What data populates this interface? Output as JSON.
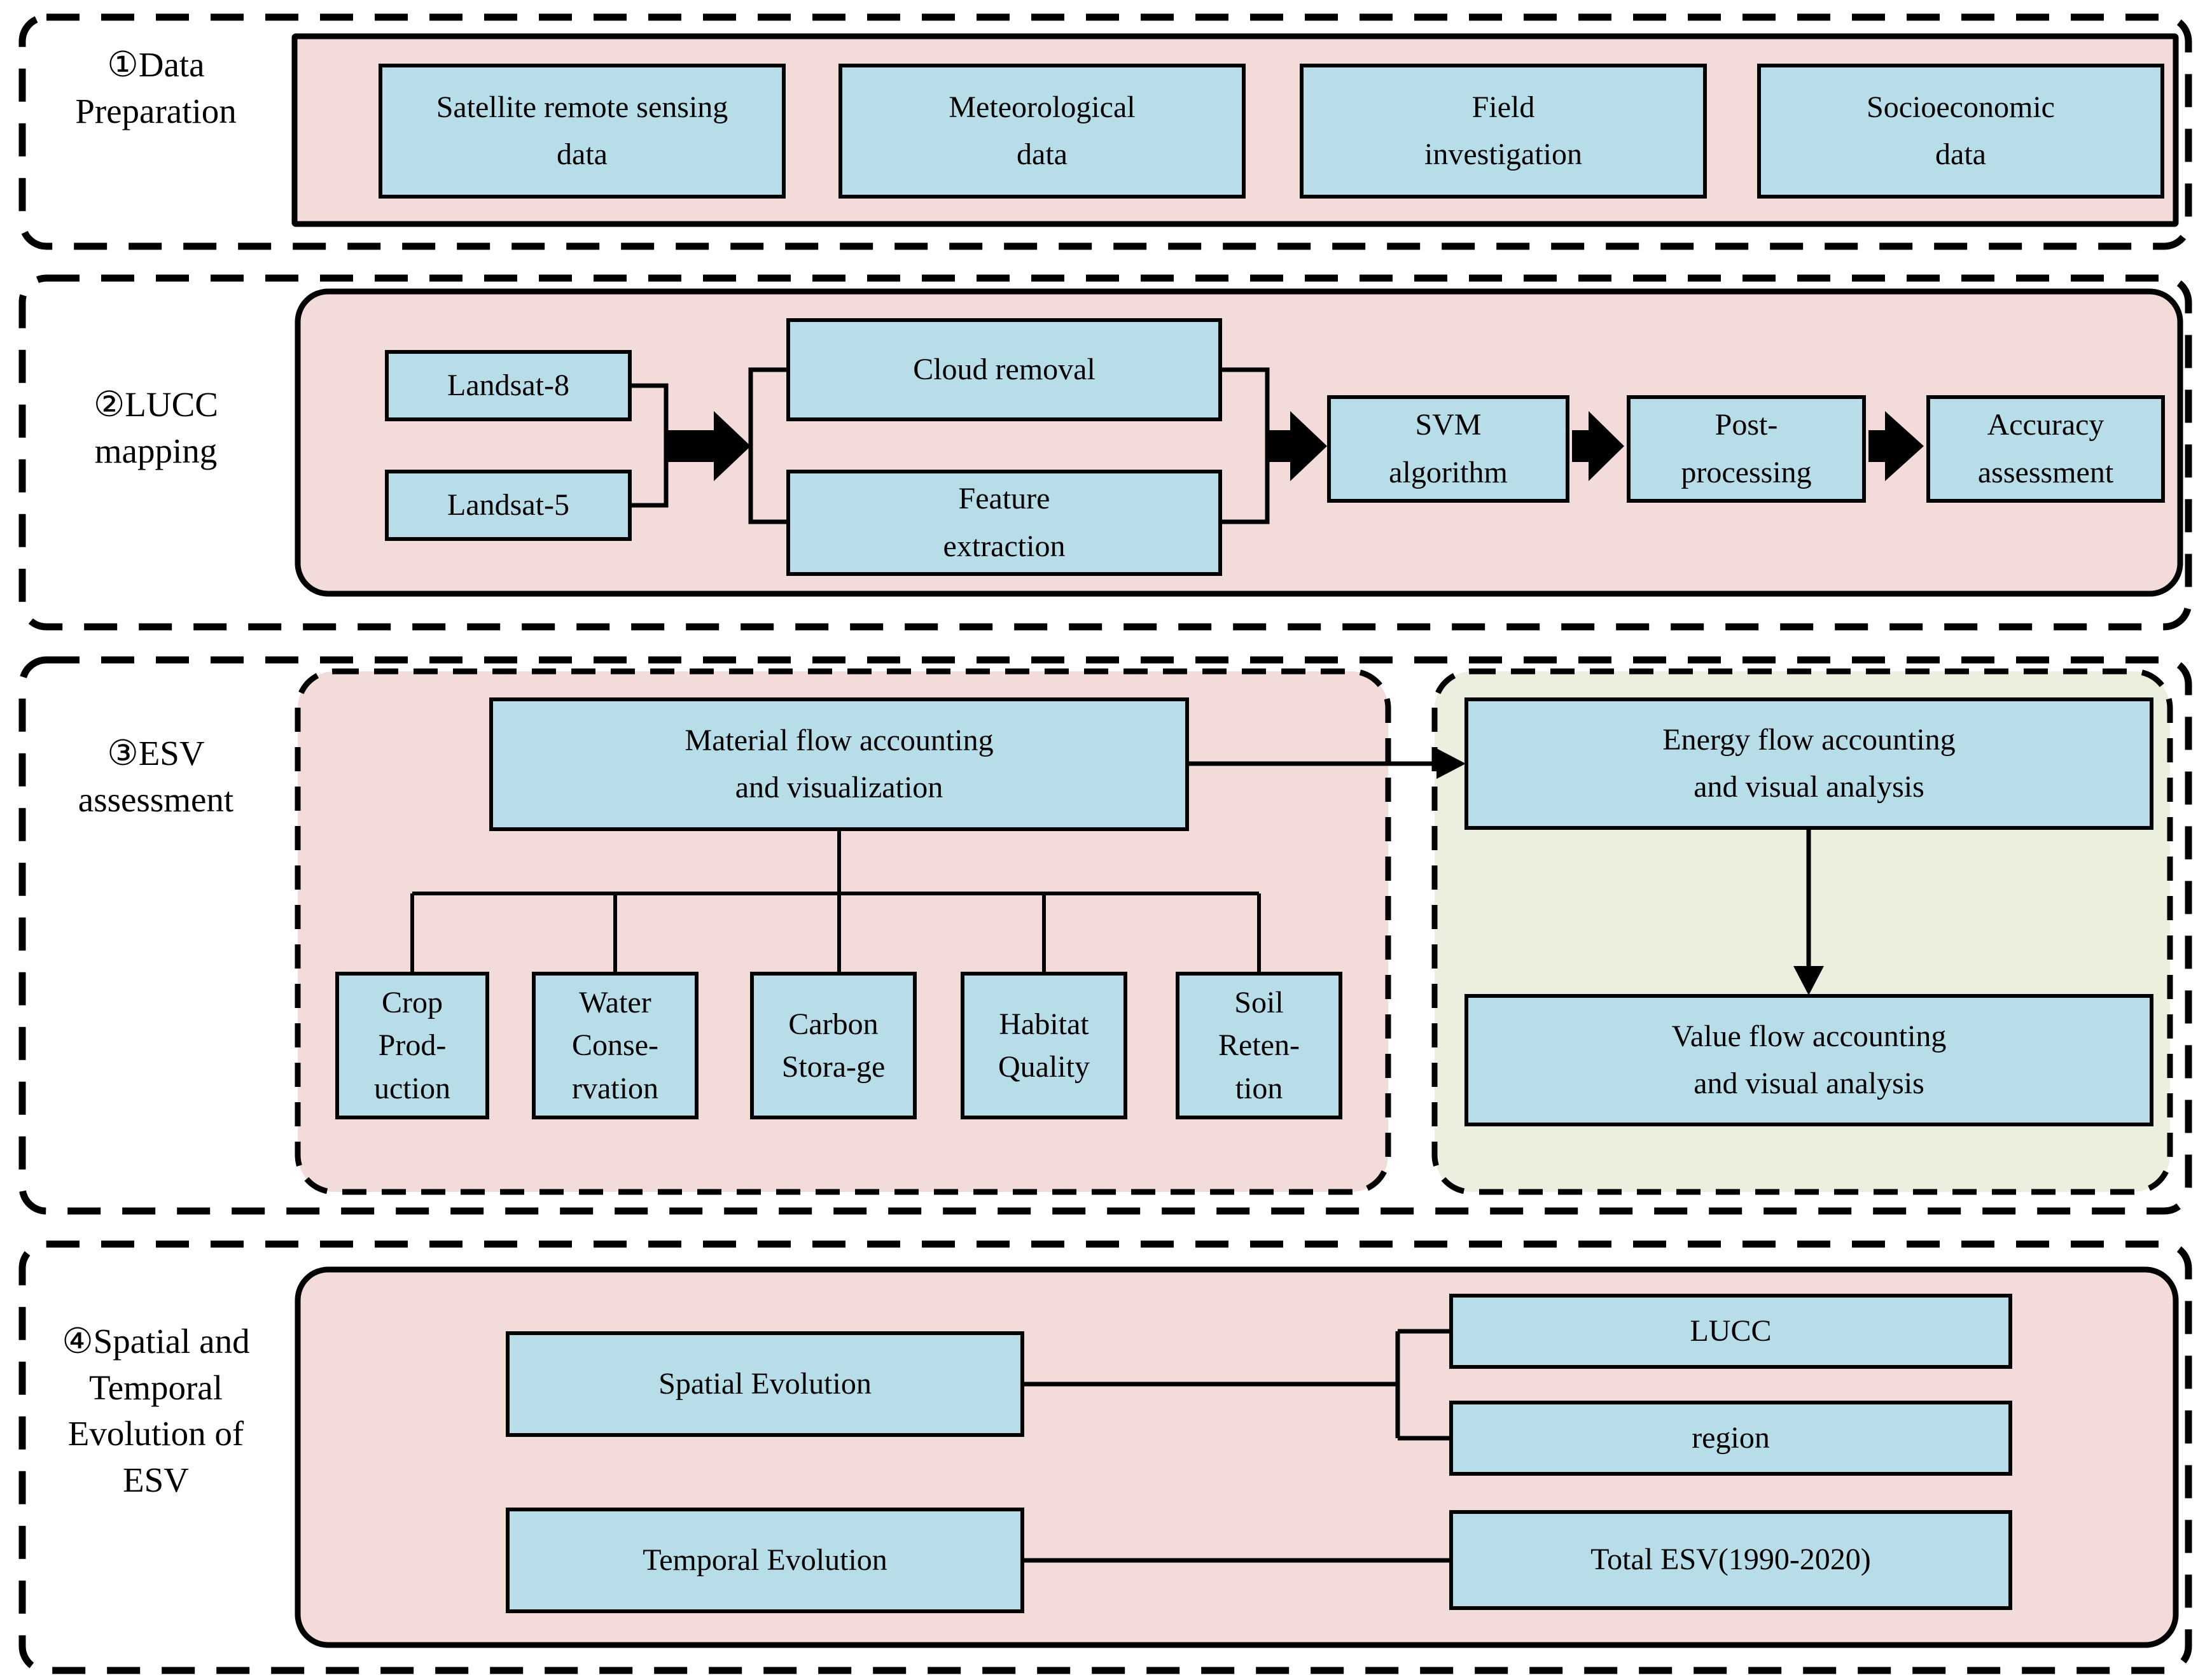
{
  "colors": {
    "background": "#ffffff",
    "container_pink": "#f2dbd9",
    "container_green": "#eaf0dd",
    "box_blue": "#b7dde8",
    "line_black": "#000000"
  },
  "sections": {
    "data_preparation": {
      "label": "①Data\nPreparation",
      "boxes": {
        "satellite": "Satellite remote sensing\ndata",
        "meteorological": "Meteorological\ndata",
        "field": "Field\ninvestigation",
        "socioeconomic": "Socioeconomic\ndata"
      }
    },
    "lucc_mapping": {
      "label": "②LUCC\nmapping",
      "boxes": {
        "landsat8": "Landsat-8",
        "landsat5": "Landsat-5",
        "cloud_removal": "Cloud removal",
        "feature_extraction": "Feature\nextraction",
        "svm_algorithm": "SVM\nalgorithm",
        "post_processing": "Post-\nprocessing",
        "accuracy_assessment": "Accuracy\nassessment"
      }
    },
    "esv_assessment": {
      "label": "③ESV\nassessment",
      "boxes": {
        "material_flow": "Material flow accounting\nand visualization",
        "crop_production": "Crop\nProd-\nuction",
        "water_conservation": "Water\nConse-\nrvation",
        "carbon_storage": "Carbon\nStora-ge",
        "habitat_quality": "Habitat\nQuality",
        "soil_retention": "Soil\nReten-\ntion",
        "energy_flow": "Energy flow accounting\nand visual analysis",
        "value_flow": "Value flow accounting\nand visual analysis"
      }
    },
    "spatial_temporal": {
      "label": "④Spatial and\nTemporal\nEvolution of\nESV",
      "boxes": {
        "spatial_evolution": "Spatial Evolution",
        "temporal_evolution": "Temporal Evolution",
        "lucc": "LUCC",
        "region": "region",
        "total_esv": "Total ESV(1990-2020)"
      }
    }
  }
}
